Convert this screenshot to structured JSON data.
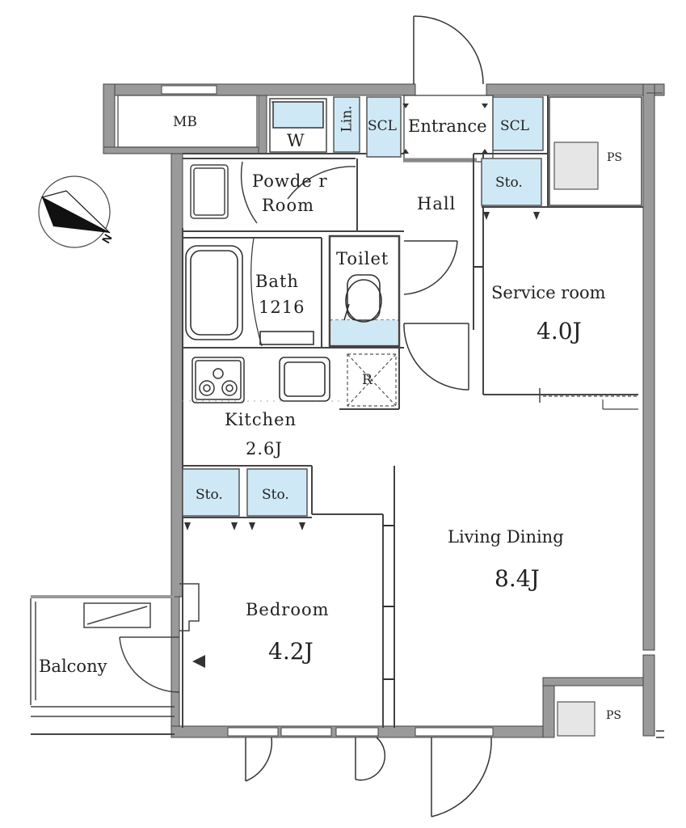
{
  "rooms": {
    "mb": "MB",
    "w": "W",
    "lin": "Lin.",
    "scl_left": "SCL",
    "entrance": "Entrance",
    "scl_right": "SCL",
    "ps_top": "PS",
    "powder_line1": "Powde r",
    "powder_line2": "Room",
    "hall": "Hall",
    "sto_hall": "Sto.",
    "toilet": "Toilet",
    "bath": "Bath",
    "bath_size": "1216",
    "service_room": "Service room",
    "service_room_size": "4.0J",
    "fridge": "R",
    "kitchen": "Kitchen",
    "kitchen_size": "2.6J",
    "sto_bed_1": "Sto.",
    "sto_bed_2": "Sto.",
    "living_dining": "Living Dining",
    "living_dining_size": "8.4J",
    "bedroom": "Bedroom",
    "bedroom_size": "4.2J",
    "balcony": "Balcony",
    "ps_bottom": "PS"
  },
  "colors": {
    "wall": "#8c8c8c",
    "line": "#333333",
    "storage": "#cfe8f5",
    "gray_fill": "#e6e6e6"
  },
  "icons": [
    "compass-north-icon",
    "stove-icon",
    "sink-icon",
    "bathtub-icon",
    "toilet-icon",
    "washer-icon"
  ]
}
